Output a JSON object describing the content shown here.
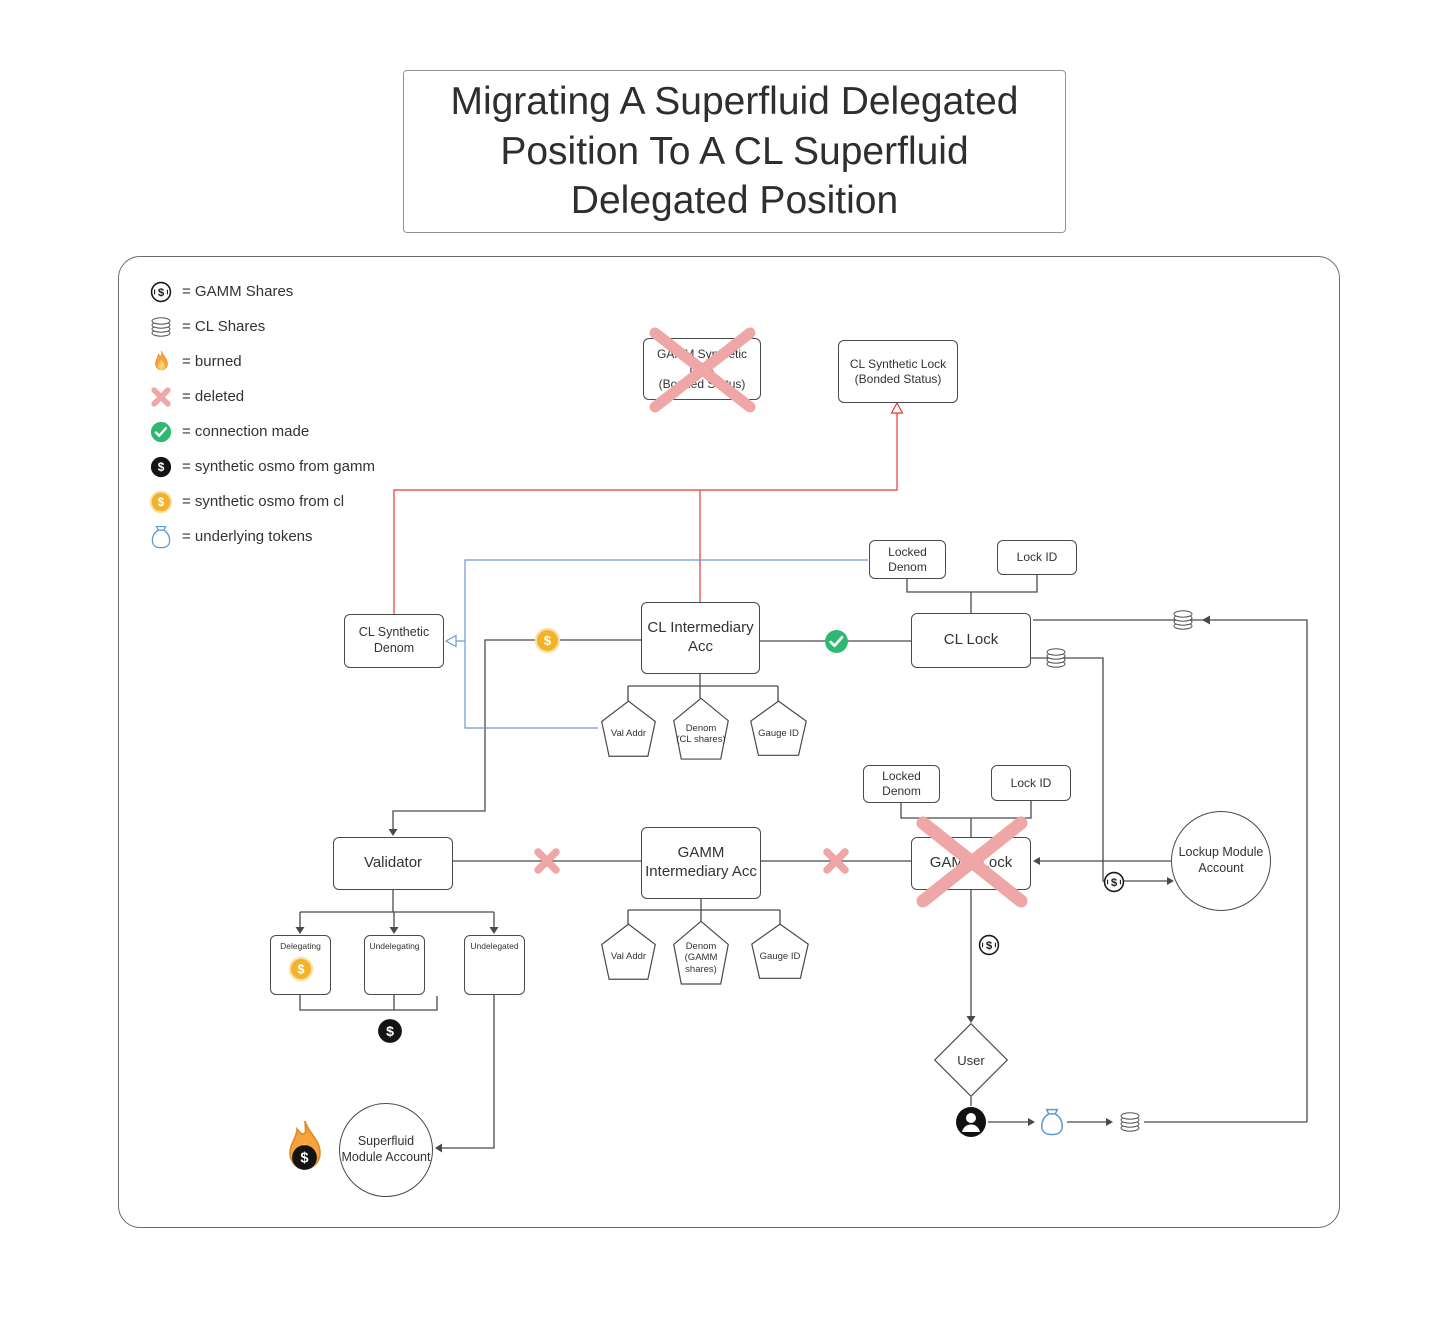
{
  "title": "Migrating A Superfluid Delegated Position To A CL Superfluid Delegated Position",
  "colors": {
    "line": "#4a4a4a",
    "red_line": "#e53935",
    "blue_line": "#6b9bd2",
    "green_check": "#2eb872",
    "pink_x": "#efa6a6",
    "gold_coin": "#f2b32a",
    "flame_orange": "#f6a33c",
    "bag_blue": "#5b9bd5"
  },
  "legend": [
    {
      "icon": "gamm-shares-coin-icon",
      "label": "= GAMM Shares"
    },
    {
      "icon": "cl-shares-stack-icon",
      "label": "= CL Shares"
    },
    {
      "icon": "burned-flame-icon",
      "label": "= burned"
    },
    {
      "icon": "deleted-x-icon",
      "label": "= deleted"
    },
    {
      "icon": "connection-check-icon",
      "label": "= connection made"
    },
    {
      "icon": "synthetic-osmo-gamm-coin-icon",
      "label": "= synthetic osmo from gamm"
    },
    {
      "icon": "synthetic-osmo-cl-coin-icon",
      "label": "= synthetic osmo from cl"
    },
    {
      "icon": "underlying-tokens-bag-icon",
      "label": "= underlying tokens"
    }
  ],
  "nodes": {
    "gamm_synthetic_lock": "GAMM Synthetic Lock\n(Bonded Status)",
    "cl_synthetic_lock": "CL Synthetic Lock\n(Bonded Status)",
    "locked_denom_cl": "Locked Denom",
    "lock_id_cl": "Lock ID",
    "cl_synthetic_denom": "CL Synthetic Denom",
    "cl_intermediary_acc": "CL Intermediary Acc",
    "cl_lock": "CL Lock",
    "cl_val_addr": "Val Addr",
    "cl_denom": "Denom\n(CL shares)",
    "cl_gauge_id": "Gauge ID",
    "locked_denom_gamm": "Locked Denom",
    "lock_id_gamm": "Lock ID",
    "validator": "Validator",
    "gamm_intermediary_acc": "GAMM Intermediary Acc",
    "gamm_lock": "GAMM Lock",
    "lockup_module_account": "Lockup Module Account",
    "gamm_val_addr": "Val Addr",
    "gamm_denom": "Denom\n(GAMM shares)",
    "gamm_gauge_id": "Gauge ID",
    "delegating": "Delegating",
    "undelegating": "Undelegating",
    "undelegated": "Undelegated",
    "user": "User",
    "superfluid_module_account": "Superfluid Module Account"
  },
  "canvas_icons": [
    "synthetic-osmo-cl-coin-icon",
    "connection-check-icon",
    "cl-shares-stack-icon",
    "gamm-shares-coin-icon",
    "synthetic-osmo-gamm-coin-icon",
    "user-avatar-icon",
    "underlying-tokens-bag-icon",
    "burned-flame-icon",
    "deleted-x-icon"
  ]
}
